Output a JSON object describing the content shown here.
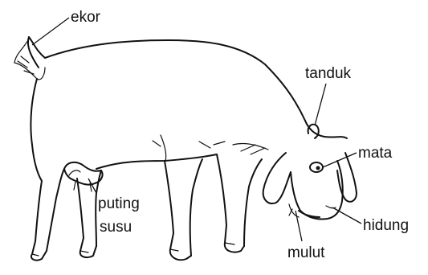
{
  "labels": {
    "tail": "ekor",
    "horn": "tanduk",
    "eye": "mata",
    "teat": "puting",
    "teat_line2": "susu",
    "nose": "hidung",
    "mouth": "mulut"
  }
}
